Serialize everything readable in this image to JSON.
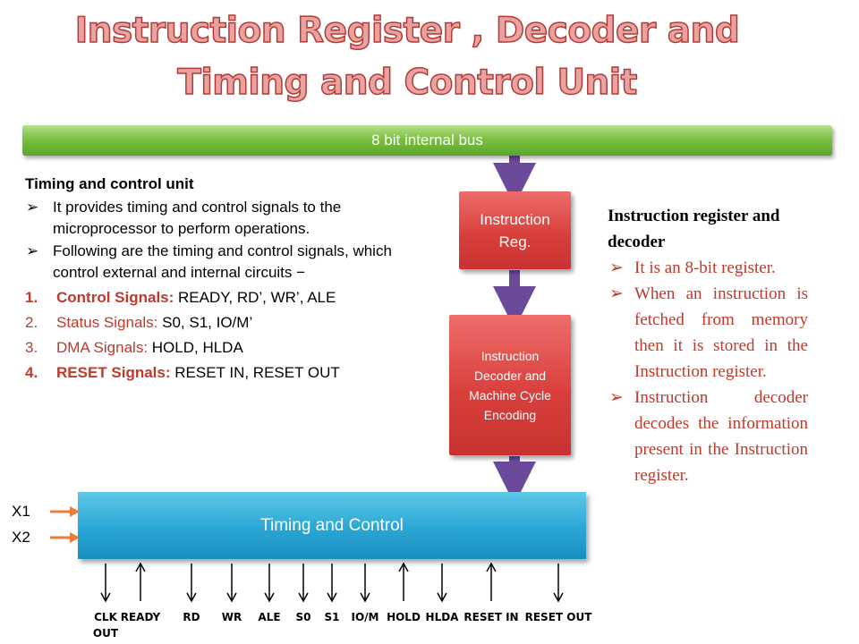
{
  "title": {
    "line1": "Instruction Register , Decoder and",
    "line2": "Timing and Control Unit"
  },
  "bus_label": "8 bit internal bus",
  "instruction_reg_label": [
    "Instruction",
    "Reg."
  ],
  "decoder_label": [
    "Instruction",
    "Decoder and",
    "Machine Cycle",
    "Encoding"
  ],
  "timing_control_label": "Timing and Control",
  "inputs": [
    "X1",
    "X2"
  ],
  "left_text": {
    "heading": "Timing and control unit",
    "bullets": [
      "It provides timing and control signals to the microprocessor to perform operations.",
      "Following are the timing and control signals, which control external and internal circuits −"
    ],
    "numbered": [
      {
        "num": "1.",
        "label": "Control Signals:",
        "value": " READY, RD’, WR’, ALE"
      },
      {
        "num": "2.",
        "label": "Status Signals:",
        "value": " S0, S1, IO/M’"
      },
      {
        "num": "3.",
        "label": "DMA Signals:",
        "value": " HOLD, HLDA"
      },
      {
        "num": "4.",
        "label": "RESET Signals:",
        "value": " RESET IN, RESET OUT"
      }
    ]
  },
  "right_text": {
    "heading": "Instruction register and decoder",
    "bullets": [
      "It is an 8-bit register.",
      "When an instruction is fetched from memory then it is stored in the Instruction register.",
      "Instruction decoder decodes the information present in the Instruction register."
    ]
  },
  "signals": [
    {
      "name": "CLK",
      "name2": "OUT",
      "dir": "down"
    },
    {
      "name": "READY",
      "name2": "",
      "dir": "up"
    },
    {
      "name": "RD",
      "name2": "",
      "dir": "down"
    },
    {
      "name": "WR",
      "name2": "",
      "dir": "down"
    },
    {
      "name": "ALE",
      "name2": "",
      "dir": "down"
    },
    {
      "name": "S0",
      "name2": "",
      "dir": "down"
    },
    {
      "name": "S1",
      "name2": "",
      "dir": "down"
    },
    {
      "name": "IO/M",
      "name2": "",
      "dir": "down"
    },
    {
      "name": "HOLD",
      "name2": "",
      "dir": "up"
    },
    {
      "name": "HLDA",
      "name2": "",
      "dir": "down"
    },
    {
      "name": "RESET IN",
      "name2": "",
      "dir": "up"
    },
    {
      "name": "RESET OUT",
      "name2": "",
      "dir": "down"
    }
  ],
  "colors": {
    "bus_green": "#7cc043",
    "box_red": "#d9403c",
    "box_blue": "#2aa6d4",
    "arrow_purple": "#6b4a9c",
    "input_orange": "#f07c3a",
    "text_red": "#c0392b"
  }
}
